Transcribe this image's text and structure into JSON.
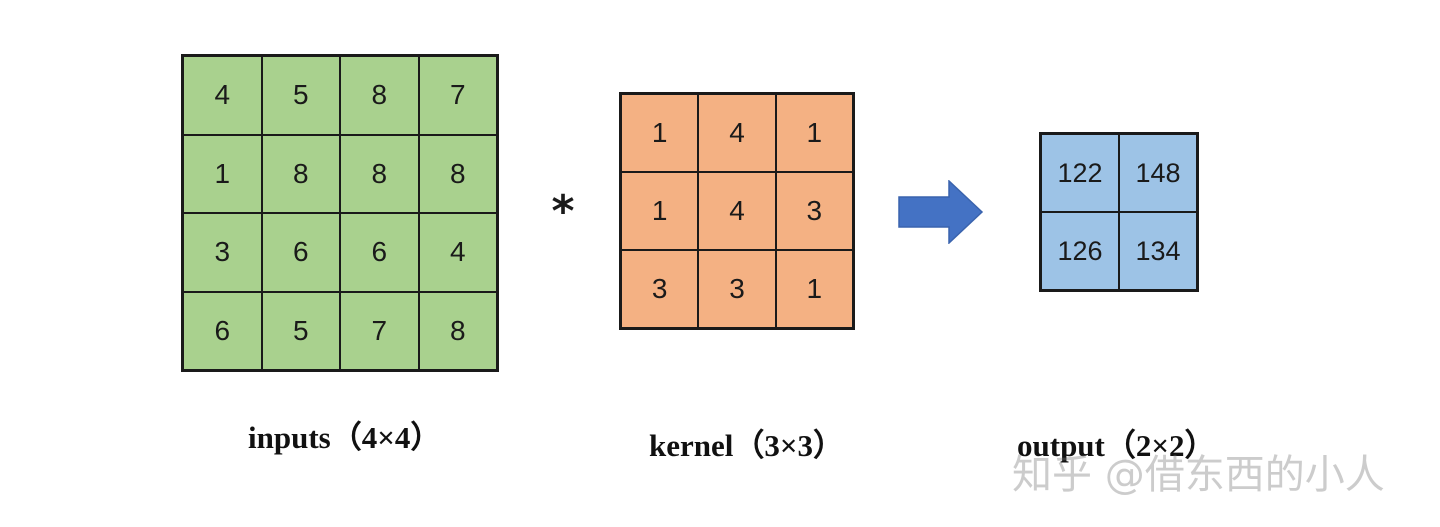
{
  "inputs": {
    "rows": [
      [
        "4",
        "5",
        "8",
        "7"
      ],
      [
        "1",
        "8",
        "8",
        "8"
      ],
      [
        "3",
        "6",
        "6",
        "4"
      ],
      [
        "6",
        "5",
        "7",
        "8"
      ]
    ],
    "caption": "inputs（4×4）",
    "fill_color": "#a9d18e"
  },
  "operator": "*",
  "kernel": {
    "rows": [
      [
        "1",
        "4",
        "1"
      ],
      [
        "1",
        "4",
        "3"
      ],
      [
        "3",
        "3",
        "1"
      ]
    ],
    "caption": "kernel（3×3）",
    "fill_color": "#f4b183"
  },
  "arrow": {
    "icon": "right-arrow-icon",
    "color": "#4472c4"
  },
  "output": {
    "rows": [
      [
        "122",
        "148"
      ],
      [
        "126",
        "134"
      ]
    ],
    "caption": "output（2×2）",
    "fill_color": "#9dc3e6"
  },
  "watermark": "知乎 @借东西的小人"
}
